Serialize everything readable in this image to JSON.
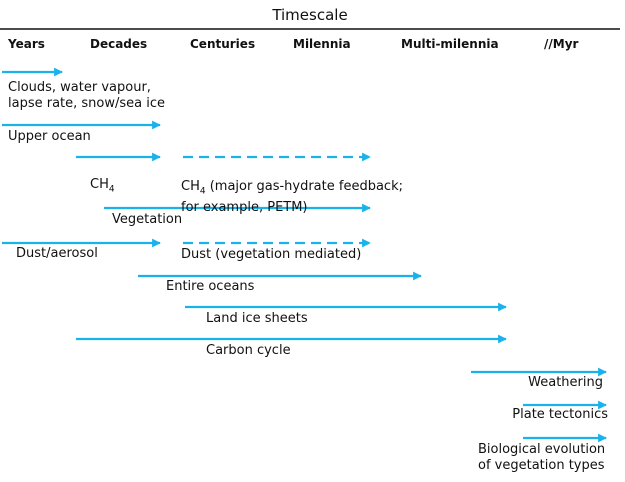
{
  "title": "Timescale",
  "colors": {
    "arrow": "#1ab2ea",
    "text": "#111111"
  },
  "columns": [
    "Years",
    "Decades",
    "Centuries",
    "Milennia",
    "Multi-milennia",
    "//Myr"
  ],
  "processes": [
    {
      "label": "Clouds, water vapour,\nlapse rate, snow/sea ice",
      "from": "Years",
      "to": "Years",
      "style": "solid"
    },
    {
      "label": "Upper ocean",
      "from": "Years",
      "to": "Decades",
      "style": "solid"
    },
    {
      "label": "CH",
      "sub": "4",
      "from": "Years",
      "to": "Decades",
      "style": "solid"
    },
    {
      "label": "CH",
      "sub": "4",
      "label_rest": " (major gas-hydrate feedback;",
      "label_2": " for example, PETM)",
      "from": "Centuries",
      "to": "Milennia",
      "style": "dashed"
    },
    {
      "label": "Vegetation",
      "from": "Decades",
      "to": "Milennia",
      "style": "solid"
    },
    {
      "label": "Dust/aerosol",
      "from": "Years",
      "to": "Decades",
      "style": "solid"
    },
    {
      "label": "Dust (vegetation mediated)",
      "from": "Centuries",
      "to": "Milennia",
      "style": "dashed"
    },
    {
      "label": "Entire oceans",
      "from": "Decades",
      "to": "Multi-milennia",
      "style": "solid"
    },
    {
      "label": "Land ice sheets",
      "from": "Centuries",
      "to": "Multi-milennia",
      "style": "solid"
    },
    {
      "label": "Carbon cycle",
      "from": "Years",
      "to": "Multi-milennia",
      "style": "solid"
    },
    {
      "label": "Weathering",
      "from": "Multi-milennia",
      "to": "//Myr",
      "style": "solid"
    },
    {
      "label": "Plate tectonics",
      "from": "//Myr",
      "to": "//Myr",
      "style": "solid"
    },
    {
      "label": "Biological evolution\nof vegetation types",
      "from": "//Myr",
      "to": "//Myr",
      "style": "solid"
    }
  ]
}
